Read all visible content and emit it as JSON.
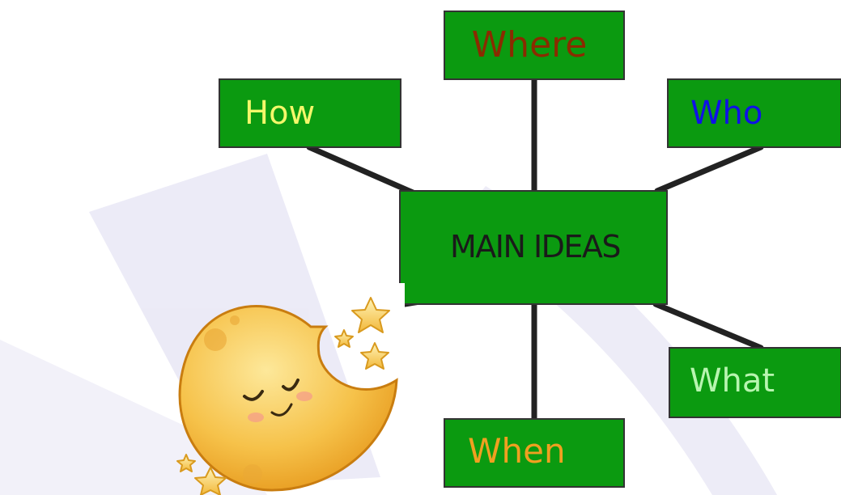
{
  "diagram": {
    "center": {
      "label": "MAIN IDEAS",
      "text_color": "#1a1a1a"
    },
    "nodes": {
      "where": {
        "label": "Where",
        "text_color": "#8a2b00"
      },
      "how": {
        "label": "How",
        "text_color": "#f4f76a"
      },
      "who": {
        "label": "Who",
        "text_color": "#1010e8"
      },
      "what": {
        "label": "What",
        "text_color": "#b8f5b0"
      },
      "when": {
        "label": "When",
        "text_color": "#f0a020"
      }
    }
  },
  "colors": {
    "box_fill": "#0b9a10",
    "box_border": "#333333",
    "connector": "#222222",
    "watermark": "#d9d7ec",
    "moon": "#f6c24a",
    "star": "#f8d46a"
  },
  "icons": [
    "sleeping-moon-icon",
    "star-icon"
  ]
}
